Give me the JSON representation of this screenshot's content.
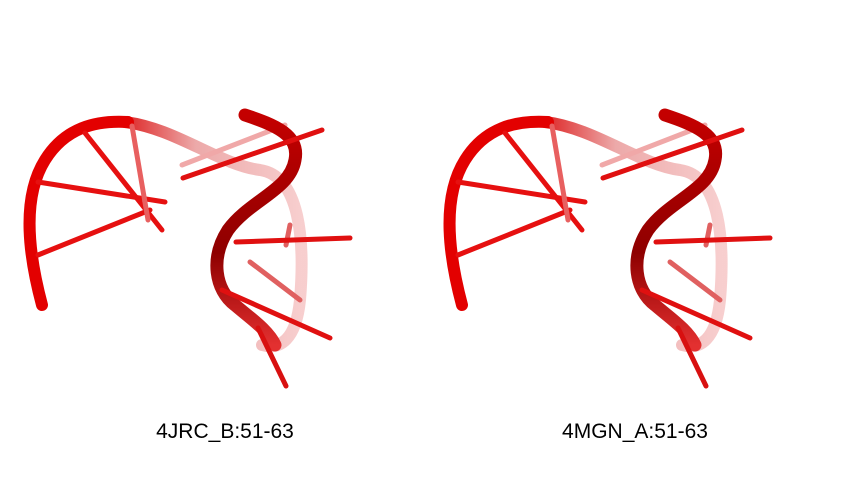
{
  "structures": [
    {
      "label": "4JRC_B:51-63"
    },
    {
      "label": "4MGN_A:51-63"
    }
  ],
  "colors": {
    "backbone": "#e60000",
    "backbone_dark": "#a30000",
    "backbone_faded": "#f2a0a0",
    "base_stick": "#e81010"
  },
  "render_style": "cartoon-rna-red"
}
